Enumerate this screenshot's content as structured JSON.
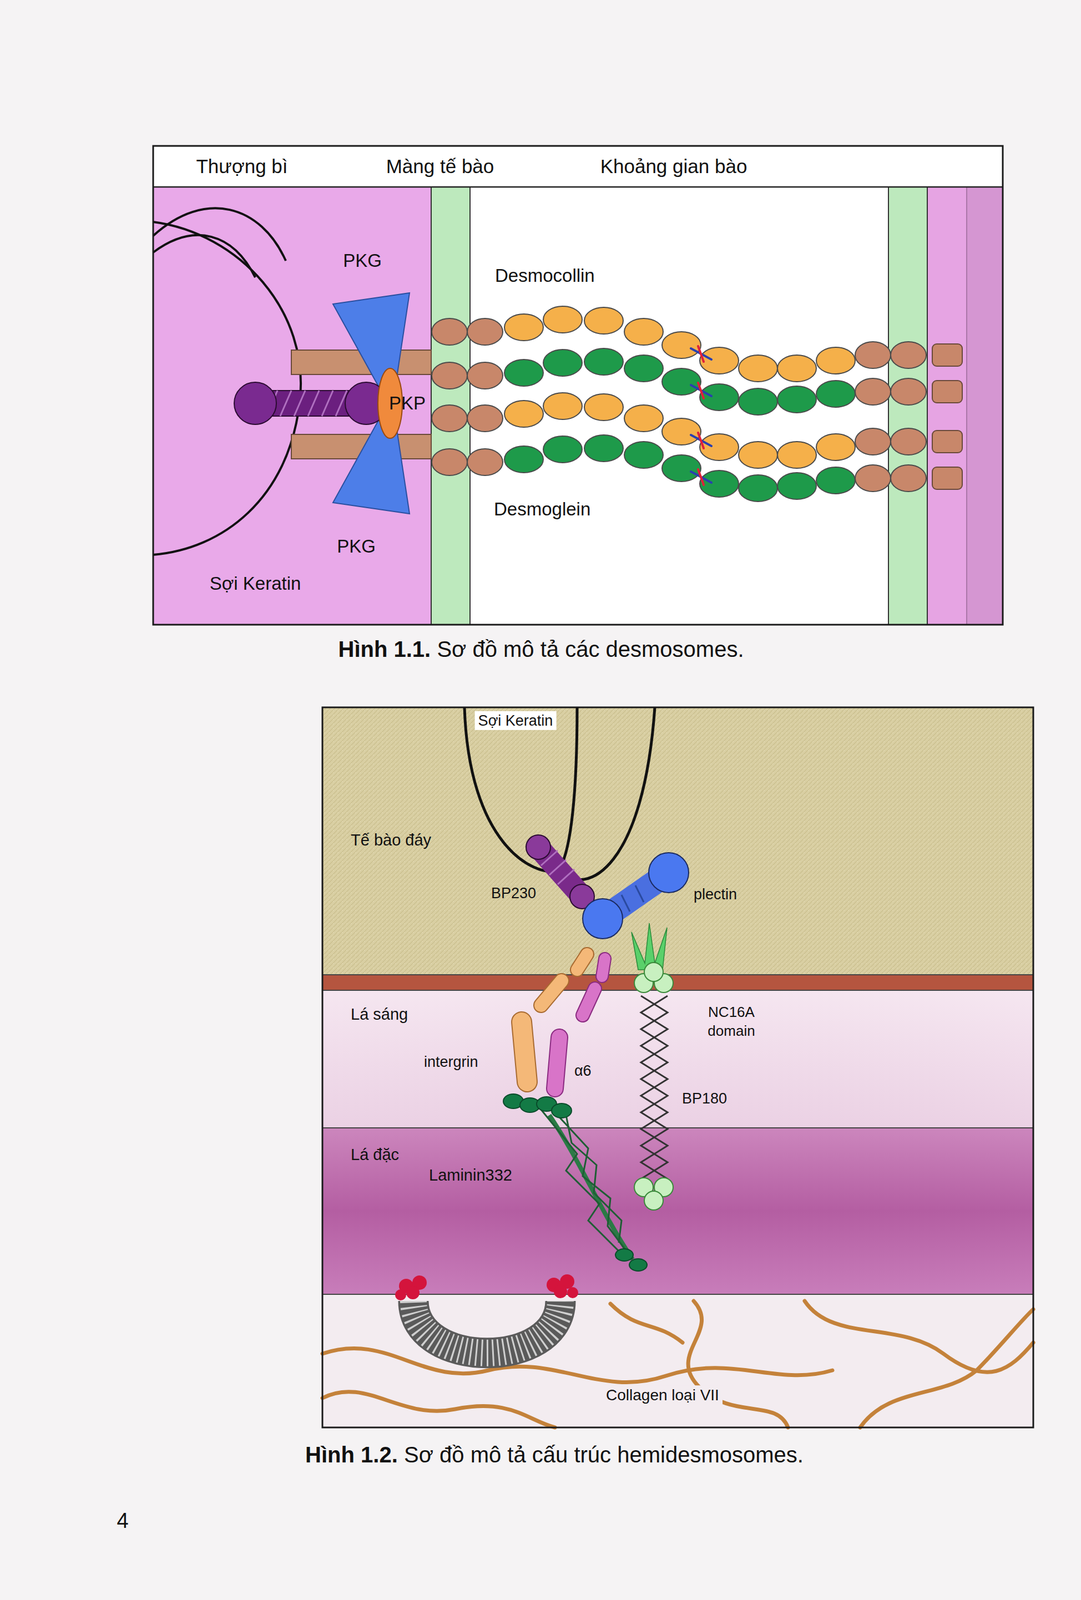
{
  "diagram": {
    "nodes": [
      {
        "text": [
          "Thượng bì",
          "Màng tế bào",
          "Khoảng gian bào"
        ]
      },
      {
        "text": [
          "Sợi Keratin"
        ]
      },
      {
        "text": [
          "PKP"
        ],
        "in": 1
      },
      {
        "text": [
          "Tế bào đáy"
        ]
      },
      {
        "text": [
          "Lá sáng"
        ]
      },
      {
        "text": [
          "Lá đặc"
        ]
      }
    ],
    "labels": [
      "PKG",
      "PKG",
      "Desmocollin",
      "Desmoglein",
      "Sợi Keratin",
      "BP230",
      "plectin",
      "intergrin",
      "α6",
      "NC16A domain",
      "BP180",
      "Laminin332",
      "Collagen loại VII",
      "Hình 1.1.",
      "Sơ đồ mô tả các desmosomes.",
      "Hình 1.2.",
      "Sơ đồ mô tả cấu trúc hemidesmosomes.",
      "4"
    ]
  }
}
